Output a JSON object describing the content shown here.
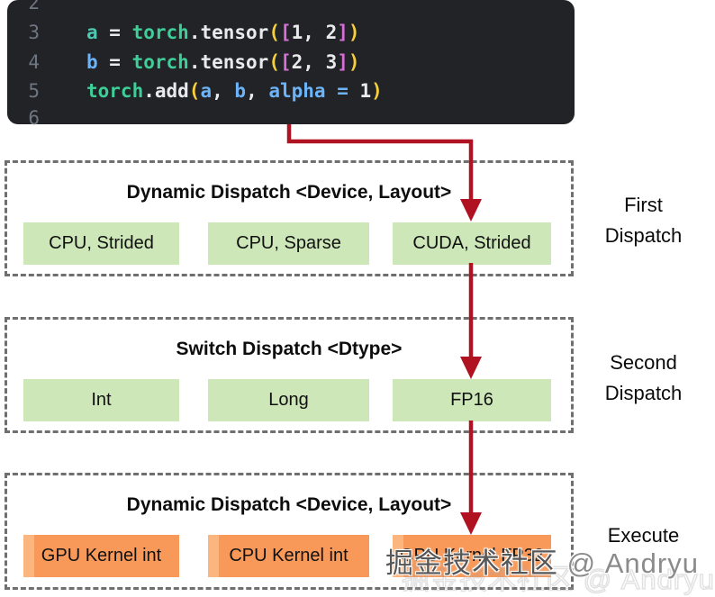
{
  "code_panel": {
    "lines": [
      {
        "num": "2",
        "tokens": []
      },
      {
        "num": "3",
        "tokens": [
          {
            "t": "a",
            "c": "teal"
          },
          {
            "t": " = ",
            "c": "plain"
          },
          {
            "t": "torch",
            "c": "green"
          },
          {
            "t": ".tensor",
            "c": "plain"
          },
          {
            "t": "(",
            "c": "yellow"
          },
          {
            "t": "[",
            "c": "magenta"
          },
          {
            "t": "1, 2",
            "c": "plain"
          },
          {
            "t": "]",
            "c": "magenta"
          },
          {
            "t": ")",
            "c": "yellow"
          }
        ]
      },
      {
        "num": "4",
        "tokens": [
          {
            "t": "b",
            "c": "blue"
          },
          {
            "t": " = ",
            "c": "plain"
          },
          {
            "t": "torch",
            "c": "green"
          },
          {
            "t": ".tensor",
            "c": "plain"
          },
          {
            "t": "(",
            "c": "yellow"
          },
          {
            "t": "[",
            "c": "magenta"
          },
          {
            "t": "2, 3",
            "c": "plain"
          },
          {
            "t": "]",
            "c": "magenta"
          },
          {
            "t": ")",
            "c": "yellow"
          }
        ]
      },
      {
        "num": "5",
        "tokens": [
          {
            "t": "torch",
            "c": "green"
          },
          {
            "t": ".add",
            "c": "plain"
          },
          {
            "t": "(",
            "c": "yellow"
          },
          {
            "t": "a",
            "c": "blue"
          },
          {
            "t": ", ",
            "c": "plain"
          },
          {
            "t": "b",
            "c": "blue"
          },
          {
            "t": ", ",
            "c": "plain"
          },
          {
            "t": "alpha",
            "c": "blue"
          },
          {
            "t": " = ",
            "c": "blue"
          },
          {
            "t": "1",
            "c": "plain"
          },
          {
            "t": ")",
            "c": "yellow"
          }
        ]
      },
      {
        "num": "6",
        "tokens": []
      }
    ]
  },
  "sections": [
    {
      "title": "Dynamic Dispatch <Device, Layout>",
      "style": "green",
      "chips": [
        "CPU, Strided",
        "CPU, Sparse",
        "CUDA, Strided"
      ]
    },
    {
      "title": "Switch Dispatch <Dtype>",
      "style": "green",
      "chips": [
        "Int",
        "Long",
        "FP16"
      ]
    },
    {
      "title": "Dynamic Dispatch <Device, Layout>",
      "style": "orange",
      "chips": [
        "GPU Kernel int",
        "CPU Kernel int",
        "GPU Kernel FP32"
      ]
    }
  ],
  "side_labels": [
    {
      "text": "First Dispatch"
    },
    {
      "text": "Second Dispatch"
    },
    {
      "text": "Execute"
    }
  ],
  "watermark": {
    "cn": "掘金技术社区 ",
    "handle": "@ Andryu"
  },
  "colors": {
    "arrow": "#b01222",
    "green_chip": "#cde7b9",
    "orange_chip": "#f8995a",
    "orange_chip_edge": "#fbb57e",
    "code_bg": "#212327",
    "dashed_border": "#6f6f6f"
  }
}
